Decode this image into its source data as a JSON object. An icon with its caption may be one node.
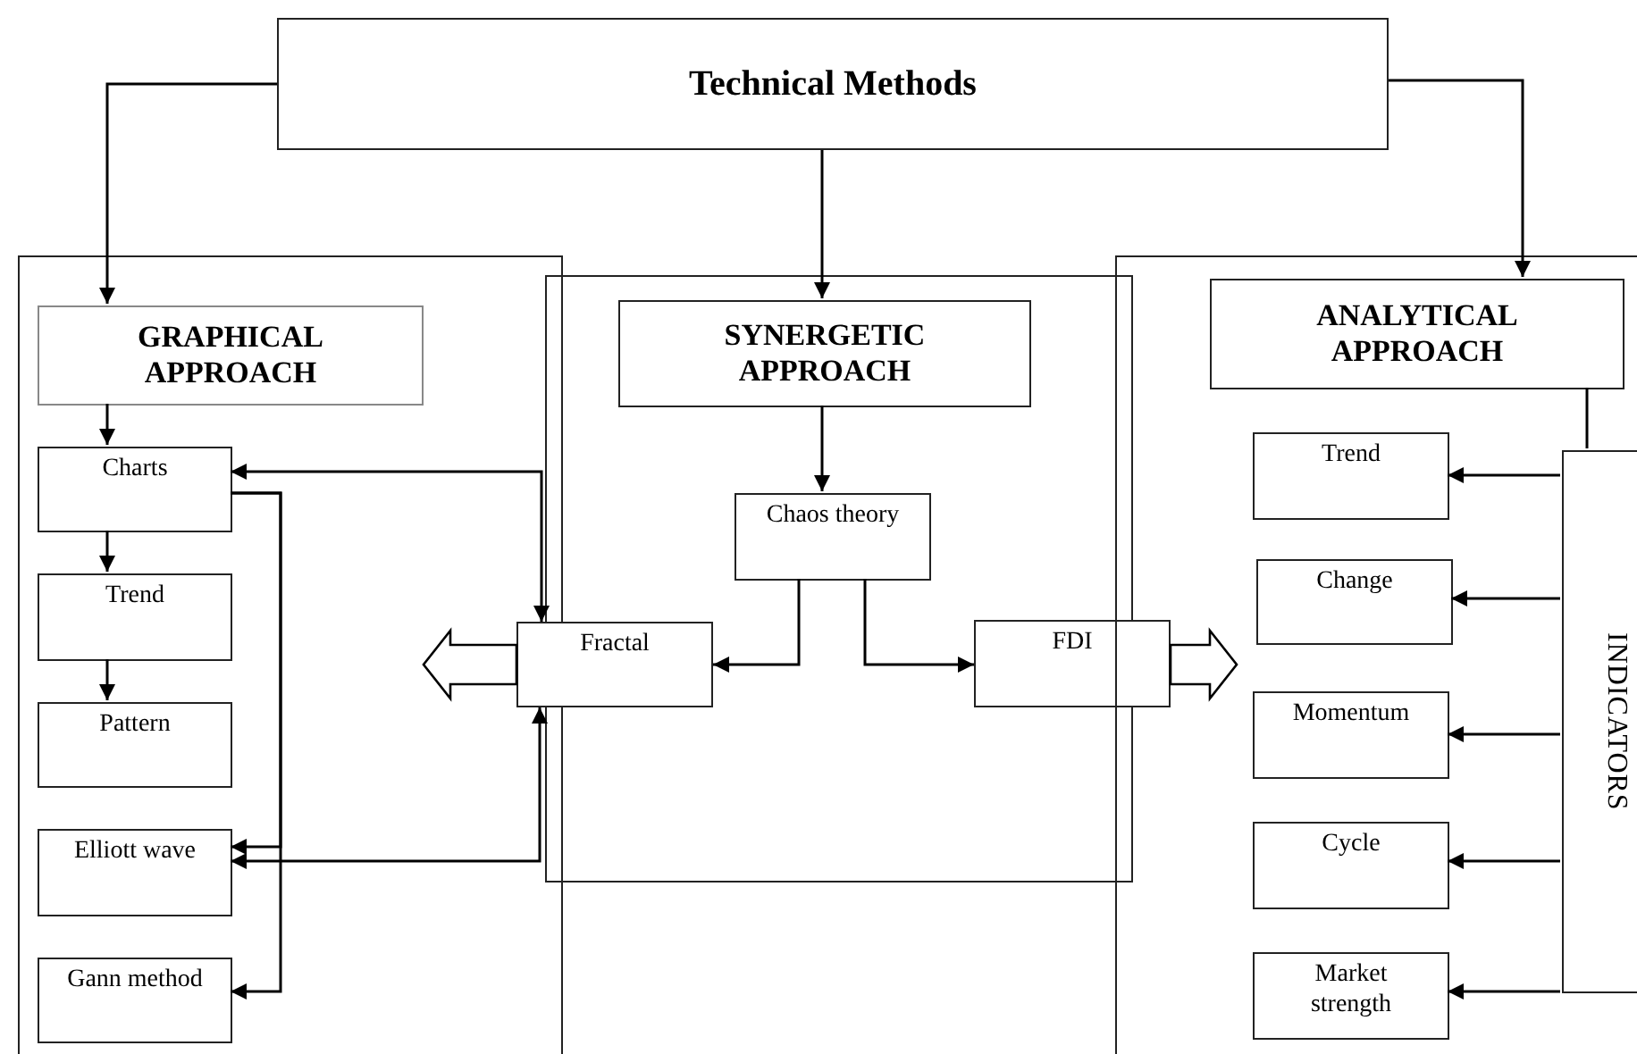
{
  "diagram": {
    "nodes": [
      {
        "text": [
          "Technical Methods"
        ]
      },
      {
        "text": [],
        "shape": "box"
      },
      {
        "text": [
          "GRAPHICAL APPROACH"
        ],
        "in": 1
      },
      {
        "text": [
          "Charts"
        ],
        "in": 1
      },
      {
        "text": [
          "Trend"
        ],
        "in": 1
      },
      {
        "text": [
          "Pattern"
        ],
        "in": 1
      },
      {
        "text": [
          "Elliott wave"
        ],
        "in": 1
      },
      {
        "text": [
          "Gann method"
        ],
        "in": 1
      },
      {
        "text": [],
        "shape": "box"
      },
      {
        "text": [
          "SYNERGETIC APPROACH"
        ],
        "in": 8
      },
      {
        "text": [
          "Chaos theory"
        ],
        "in": 8
      },
      {
        "text": [
          "Fractal"
        ]
      },
      {
        "text": [
          "FDI"
        ]
      },
      {
        "text": [],
        "shape": "box"
      },
      {
        "text": [
          "ANALYTICAL APPROACH"
        ],
        "in": 13
      },
      {
        "text": [
          "Trend"
        ],
        "in": 13
      },
      {
        "text": [
          "Change"
        ],
        "in": 13
      },
      {
        "text": [
          "Momentum"
        ],
        "in": 13
      },
      {
        "text": [
          "Cycle"
        ],
        "in": 13
      },
      {
        "text": [
          "Market strength"
        ],
        "in": 13
      },
      {
        "text": [
          "INDICATORS"
        ],
        "in": 13
      }
    ],
    "edges": [
      {
        "from": 0,
        "to": 2,
        "arrow": "to"
      },
      {
        "from": 0,
        "to": 9,
        "arrow": "to"
      },
      {
        "from": 0,
        "to": 14,
        "arrow": "to"
      },
      {
        "from": 2,
        "to": 3,
        "arrow": "to"
      },
      {
        "from": 3,
        "to": 4,
        "arrow": "to"
      },
      {
        "from": 4,
        "to": 5,
        "arrow": "to"
      },
      {
        "from": 3,
        "to": 6,
        "arrow": "to"
      },
      {
        "from": 3,
        "to": 7,
        "arrow": "to"
      },
      {
        "from": 11,
        "to": 3,
        "arrow": "both"
      },
      {
        "from": 11,
        "to": 6,
        "arrow": "both"
      },
      {
        "from": 9,
        "to": 10,
        "arrow": "to"
      },
      {
        "from": 10,
        "to": 11,
        "arrow": "to"
      },
      {
        "from": 10,
        "to": 12,
        "arrow": "to"
      },
      {
        "from": 11,
        "to": null,
        "arrow": "to",
        "style": "thick"
      },
      {
        "from": 12,
        "to": null,
        "arrow": "to",
        "style": "thick"
      },
      {
        "from": 14,
        "to": 20,
        "arrow": "none"
      },
      {
        "from": 20,
        "to": 15,
        "arrow": "to"
      },
      {
        "from": 20,
        "to": 16,
        "arrow": "to"
      },
      {
        "from": 20,
        "to": 17,
        "arrow": "to"
      },
      {
        "from": 20,
        "to": 18,
        "arrow": "to"
      },
      {
        "from": 20,
        "to": 19,
        "arrow": "to"
      }
    ]
  }
}
